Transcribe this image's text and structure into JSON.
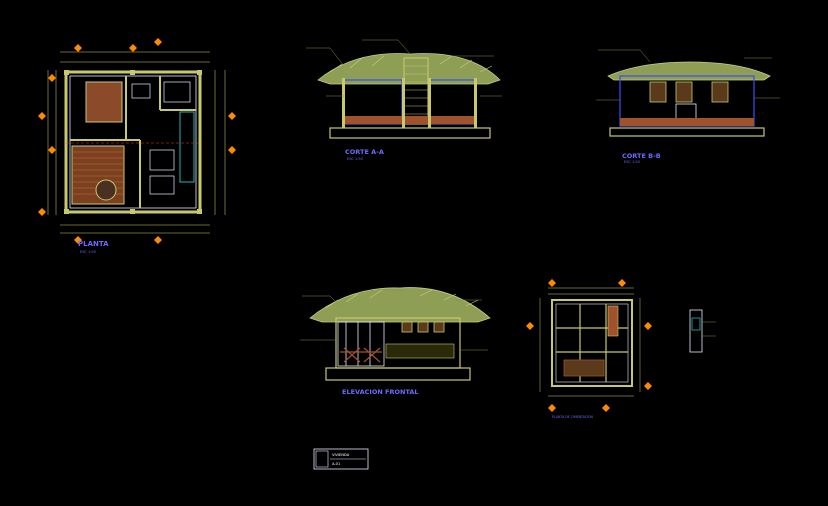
{
  "drawings": {
    "plan": {
      "title": "PLANTA",
      "scale": "ESC 1:50"
    },
    "section_aa": {
      "title": "CORTE A-A",
      "scale": "ESC 1:50"
    },
    "section_bb": {
      "title": "CORTE B-B",
      "scale": "ESC 1:50"
    },
    "front_elevation": {
      "title": "ELEVACION FRONTAL"
    },
    "foundation_plan": {
      "title": "PLANTA DE CIMENTACION"
    }
  },
  "title_block": {
    "project": "VIVIENDA",
    "sheet": "A-01"
  },
  "colors": {
    "background": "#000000",
    "wall": "#c8c86e",
    "thatch": "#a8b868",
    "frame": "#e8e8ff",
    "structure_blue": "#3a4cff",
    "floor_brown": "#a0522d",
    "title_text": "#6b6bff",
    "dimension": "#8a8a40",
    "marker": "#ff8c00",
    "cyan": "#28b4b4",
    "red": "#ff3030",
    "white": "#ffffff"
  }
}
